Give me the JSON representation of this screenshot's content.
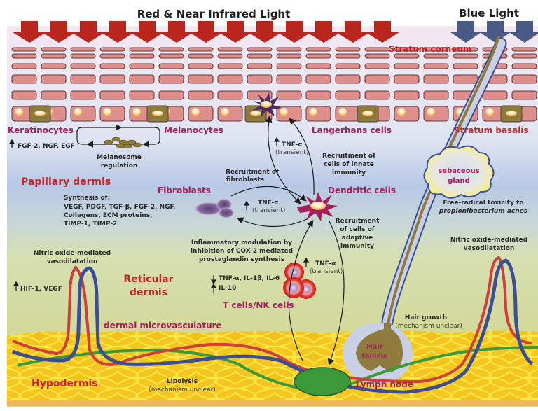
{
  "header": {
    "red_light_title": "Red & Near Infrared Light",
    "blue_light_title": "Blue Light"
  },
  "colors": {
    "red_arrow": "#b8261e",
    "blue_arrow": "#4a5a86",
    "cell_fill": "#de8e8b",
    "cell_stroke": "#5a3a3a",
    "melanocyte_fill": "#8c7a3a",
    "fat_fill": "#f2c418",
    "artery": "#d0403a",
    "vein": "#3d4f94",
    "lymph": "#3a9a3a",
    "label_cell": "#a3215a",
    "label_layer": "#c4252b",
    "hair_shaft": "#8f7b3e",
    "hair_sheath": "#c9cfe4"
  },
  "layers": {
    "stratum_corneum": "Stratum corneum",
    "stratum_basalis": "Stratum basalis",
    "papillary_dermis": "Papillary dermis",
    "reticular_dermis_line1": "Reticular",
    "reticular_dermis_line2": "dermis",
    "hypodermis": "Hypodermis",
    "dermal_microvasculature": "dermal microvasculature"
  },
  "cells": {
    "keratinocytes": "Keratinocytes",
    "melanocytes": "Melanocytes",
    "langerhans": "Langerhans cells",
    "fibroblasts": "Fibroblasts",
    "dendritic": "Dendritic cells",
    "tcells": "T cells/NK cells",
    "sebaceous_line1": "sebaceous",
    "sebaceous_line2": "gland",
    "hair_follicle_line1": "Hair",
    "hair_follicle_line2": "follicle",
    "lymph_node": "Lymph node"
  },
  "annotations": {
    "keratinocyte_factors": "FGF-2, NGF, EGF",
    "melanosome_line1": "Melanosome",
    "melanosome_line2": "regulation",
    "tnf_label": "TNF-α",
    "transient": "(transient)",
    "recruit_fibroblasts_line1": "Recruitment of",
    "recruit_fibroblasts_line2": "fibroblasts",
    "recruit_innate_line1": "Recruitment of",
    "recruit_innate_line2": "cells of innate",
    "recruit_innate_line3": "immunity",
    "recruit_adaptive_line1": "Recruitment",
    "recruit_adaptive_line2": "of cells of",
    "recruit_adaptive_line3": "adaptive",
    "recruit_adaptive_line4": "immunity",
    "synthesis_title": "Synthesis of:",
    "synthesis_line1": "VEGF, PDGF, TGF-β, FGF-2, NGF,",
    "synthesis_line2": "Collagens, ECM  proteins,",
    "synthesis_line3": "TIMP-1, TIMP-2",
    "inflammatory_line1": "Inflammatory modulation by",
    "inflammatory_line2": "inhibition of COX-2 mediated",
    "inflammatory_line3": "prostaglandin synthesis",
    "cytokines_down": "TNF-α, IL-1β, IL-6",
    "cytokines_up": "IL-10",
    "no_left_line1": "Nitric oxide-mediated",
    "no_left_line2": "vasodilatation",
    "hif": "HIF-1, VEGF",
    "no_right_line1": "Nitric oxide-mediated",
    "no_right_line2": "vasodilatation",
    "free_radical_line1": "Free-radical toxicity to",
    "free_radical_line2": "propionibacterium acnes",
    "hair_growth": "Hair growth",
    "hair_growth_mech": "(mechanism unclear)",
    "lipolysis": "Lipolysis",
    "lipolysis_mech": "(mechanism unclear)"
  }
}
